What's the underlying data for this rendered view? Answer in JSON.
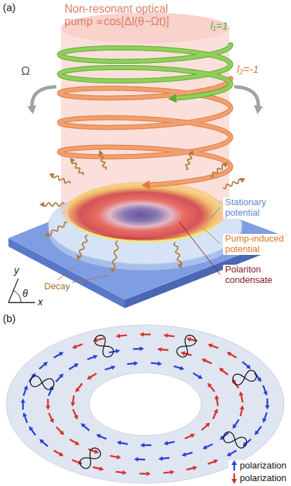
{
  "diagram": {
    "labels": [
      "(a)",
      "Non-resonant optical pump ∝cos[Δl(θ−Ωt)]",
      "l₁=1",
      "l₂=-1",
      "Ω",
      "Stationary potential",
      "Pump-induced potential",
      "Polariton condensate",
      "Decay",
      "y",
      "θ",
      "x",
      "(b)"
    ],
    "legend": [
      {
        "text": "polarization",
        "color": "#2a45d4"
      },
      {
        "text": "polarization",
        "color": "#d8322c"
      }
    ]
  }
}
